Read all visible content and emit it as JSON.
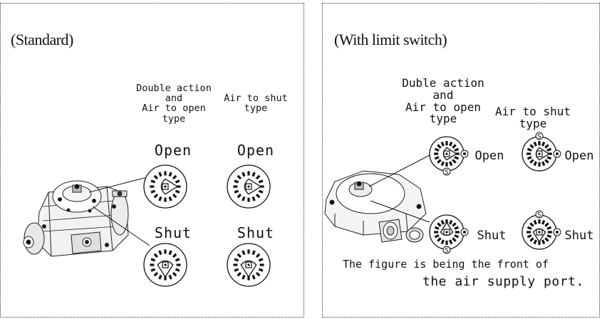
{
  "standard": {
    "title": "(Standard)",
    "col1_heading": [
      "Double action",
      "and",
      "Air to open",
      "type"
    ],
    "col2_heading": [
      "Air to shut",
      "type"
    ],
    "open_label": "Open",
    "shut_label": "Shut"
  },
  "limit_switch": {
    "title": "(With limit switch)",
    "col1_heading": [
      "Duble action",
      "and",
      "Air to open",
      "type"
    ],
    "col2_heading": [
      "Air to shut",
      "type"
    ],
    "open_label": "Open",
    "shut_label": "Shut",
    "note_line1": "The figure is being the front of",
    "note_line2": "the air supply port.",
    "marker_letter": "S"
  }
}
